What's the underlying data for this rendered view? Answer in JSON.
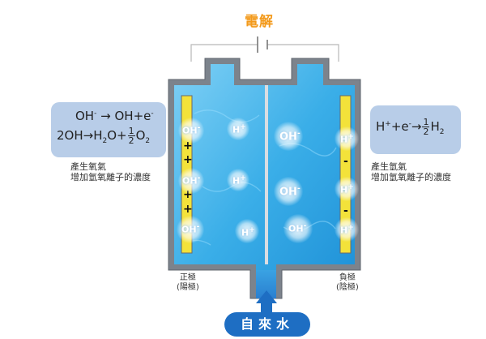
{
  "title": "電解",
  "left_box": {
    "eq1": {
      "a": "OH",
      "a_sup": "-",
      "arrow": "→",
      "b": "OH+e",
      "b_sup": "-"
    },
    "eq2": {
      "a": "2OH",
      "arrow": "→",
      "b": "H",
      "b_sub": "2",
      "c": "O+",
      "num": "1",
      "den": "2",
      "d": "O",
      "d_sub": "2"
    }
  },
  "right_box": {
    "eq": {
      "a": "H",
      "a_sup": "+",
      "b": "+e",
      "b_sup": "-",
      "arrow": "→",
      "num": "1",
      "den": "2",
      "c": "H",
      "c_sub": "2"
    }
  },
  "left_caption": [
    "產生氧氣",
    "增加氫氧離子的濃度"
  ],
  "right_caption": [
    "產生氫氣",
    "增加氫氧離子的濃度"
  ],
  "anode_label": [
    "正極",
    "(陽極)"
  ],
  "cathode_label": [
    "負極",
    "(陰極)"
  ],
  "inlet_label": "自來水",
  "ions": {
    "oh": "OH",
    "oh_sup": "-",
    "h": "H",
    "h_sup": "+"
  },
  "plus_sign": "+",
  "minus_sign": "-",
  "colors": {
    "title": "#f39a1c",
    "water": "#3aaee8",
    "electrode": "#f3e23a",
    "box": "#b8cde8",
    "inlet": "#1e6ec3",
    "frame": "#8a9099"
  }
}
